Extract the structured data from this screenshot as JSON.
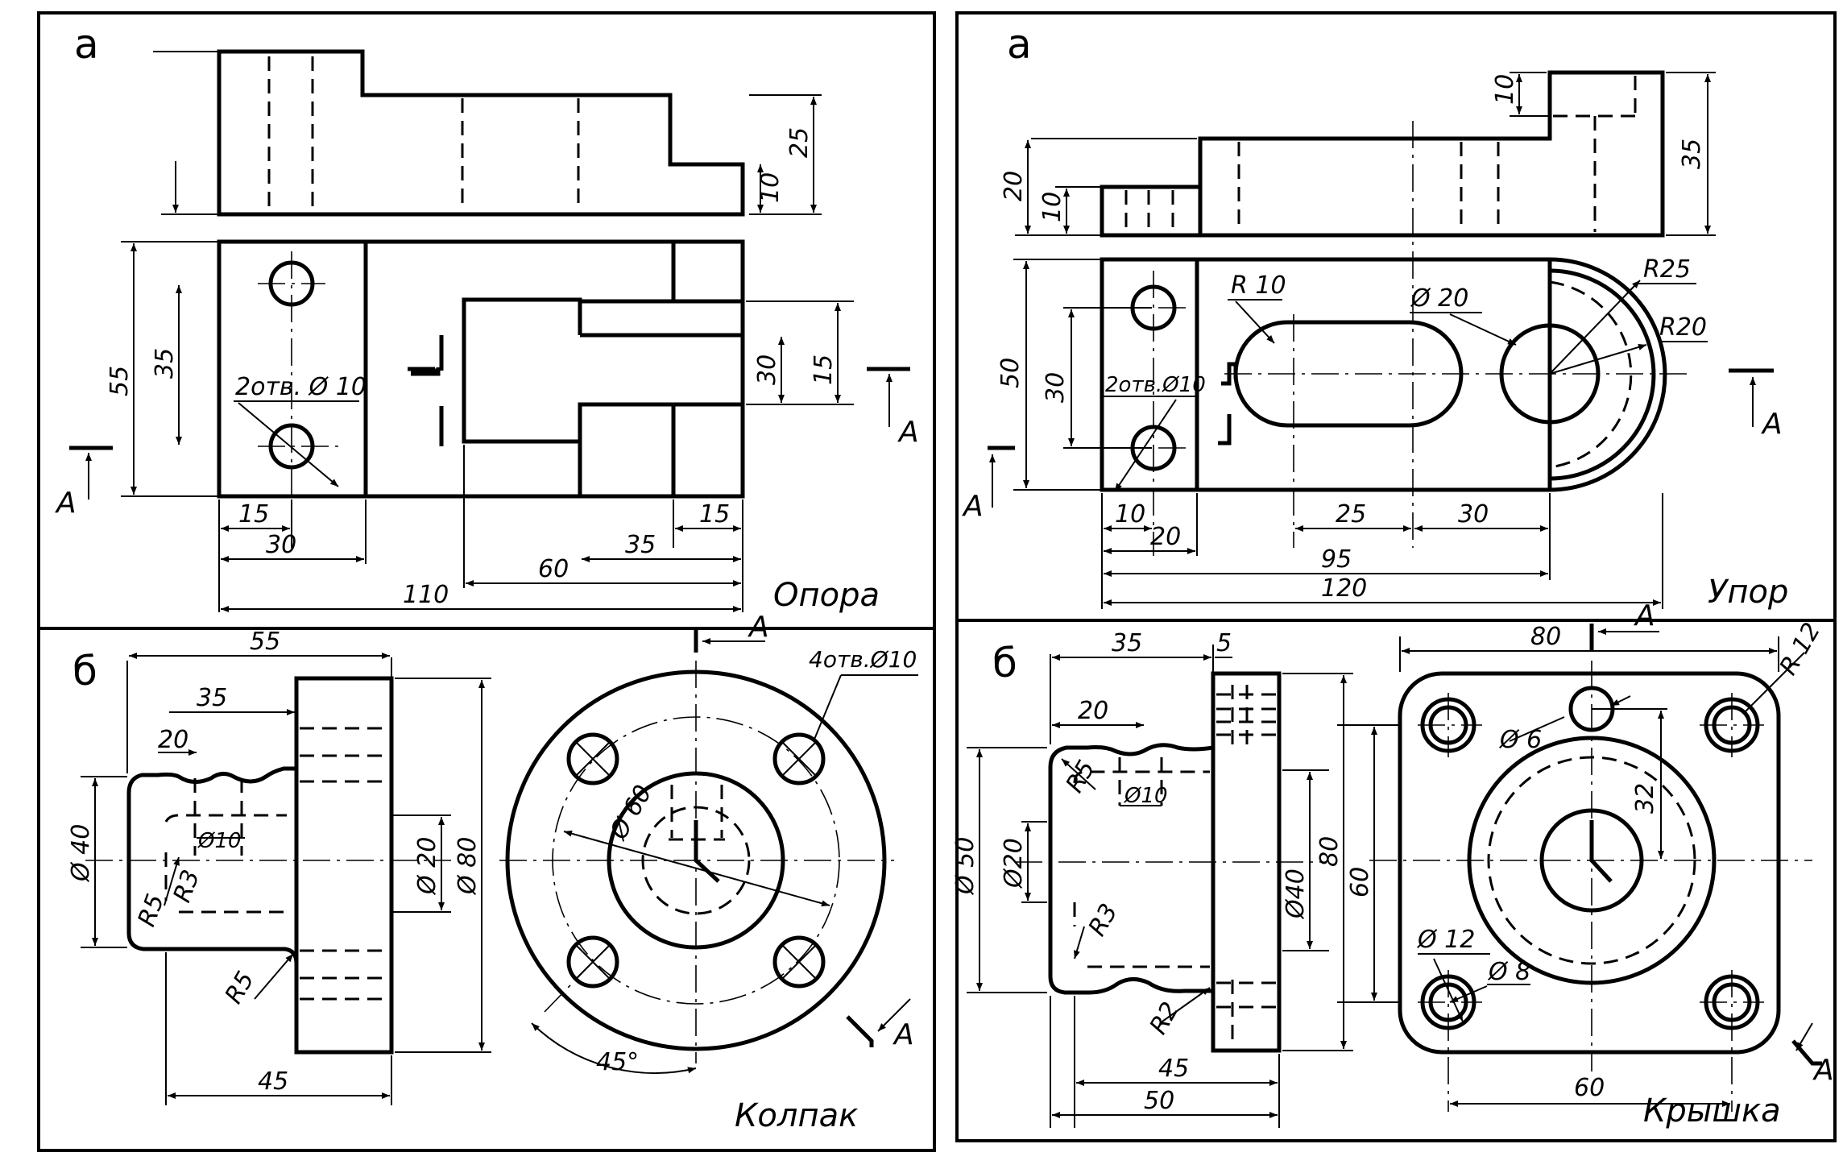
{
  "panels": {
    "top_left": {
      "label": "а",
      "title": "Опора"
    },
    "top_right": {
      "label": "а",
      "title": "Упор"
    },
    "bot_left": {
      "label": "б",
      "title": "Колпак"
    },
    "bot_right": {
      "label": "б",
      "title": "Крышка"
    }
  },
  "section_letter": "А",
  "opora": {
    "dims": [
      "25",
      "10",
      "55",
      "35",
      "2отв. Ø 10",
      "15",
      "30",
      "15",
      "30",
      "15",
      "35",
      "60",
      "110"
    ]
  },
  "upor": {
    "dims": [
      "10",
      "35",
      "20",
      "10",
      "50",
      "30",
      "R 10",
      "Ø 20",
      "R25",
      "R20",
      "2отв.Ø10",
      "10",
      "20",
      "25",
      "30",
      "95",
      "120"
    ]
  },
  "kolpak": {
    "dims": [
      "55",
      "35",
      "20",
      "Ø 40",
      "R5",
      "R3",
      "Ø10",
      "Ø 20",
      "Ø 80",
      "R5",
      "45",
      "4отв.Ø10",
      "Ø 60",
      "45°"
    ]
  },
  "kryshka": {
    "dims": [
      "35",
      "5",
      "20",
      "R5",
      "Ø10",
      "Ø 50",
      "Ø20",
      "R3",
      "R2",
      "Ø40",
      "80",
      "45",
      "50",
      "80",
      "R 12",
      "Ø 6",
      "32",
      "60",
      "Ø 12",
      "Ø 8",
      "60"
    ]
  }
}
